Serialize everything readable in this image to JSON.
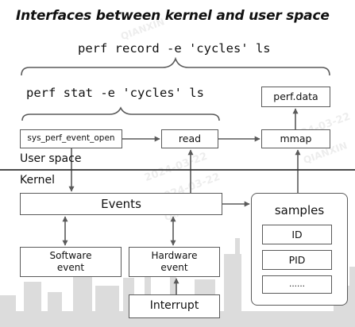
{
  "title": "Interfaces between kernel and user space",
  "commands": {
    "record": "perf record -e 'cycles' ls",
    "stat": "perf stat -e 'cycles' ls"
  },
  "user_space": {
    "label": "User space",
    "boxes": {
      "sys_perf_event_open": "sys_perf_event_open",
      "read": "read",
      "mmap": "mmap",
      "perf_data": "perf.data"
    }
  },
  "kernel": {
    "label": "Kernel",
    "events": "Events",
    "software_event": "Software\nevent",
    "hardware_event": "Hardware\nevent",
    "interrupt": "Interrupt",
    "samples": {
      "title": "samples",
      "fields": [
        "ID",
        "PID",
        "......"
      ]
    }
  },
  "watermark": {
    "date": "2024-03-22",
    "name": "QIANXIN"
  },
  "colors": {
    "line": "#5a5a5a",
    "separator": "#333333",
    "skyline": "#d9d9d9"
  }
}
